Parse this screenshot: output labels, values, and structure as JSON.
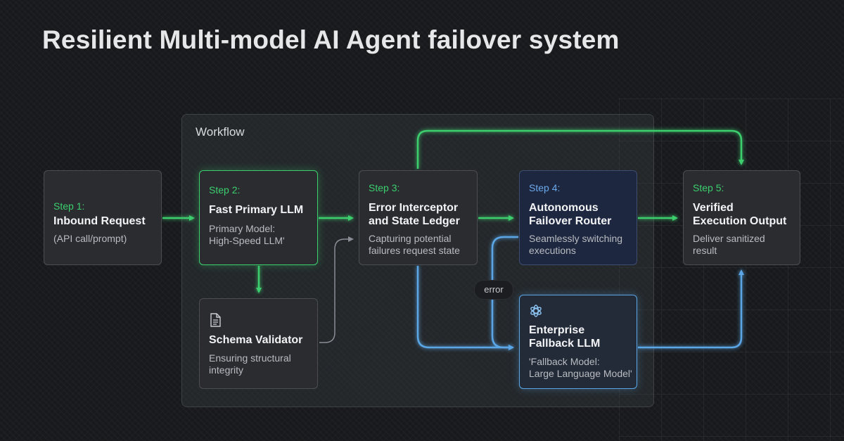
{
  "title": "Resilient Multi-model AI Agent failover system",
  "workflow": {
    "label": "Workflow"
  },
  "nodes": {
    "step1": {
      "step": "Step 1:",
      "title": "Inbound Request",
      "desc": "(API call/prompt)"
    },
    "step2": {
      "step": "Step 2:",
      "title": "Fast Primary LLM",
      "desc_line1": "Primary Model:",
      "desc_line2": "High-Speed LLM'"
    },
    "validator": {
      "title": "Schema Validator",
      "desc_line1": "Ensuring structural",
      "desc_line2": "integrity",
      "icon": "document-icon"
    },
    "step3": {
      "step": "Step 3:",
      "title_line1": "Error Interceptor",
      "title_line2": "and State Ledger",
      "desc_line1": "Capturing potential",
      "desc_line2": "failures  request state"
    },
    "step4": {
      "step": "Step 4:",
      "title_line1": "Autonomous",
      "title_line2": "Failover Router",
      "desc_line1": "Seamlessly switching",
      "desc_line2": "executions"
    },
    "fallback": {
      "title_line1": "Enterprise",
      "title_line2": "Fallback LLM",
      "desc_line1": "'Fallback Model:",
      "desc_line2": "Large Language Model'",
      "icon": "openai-logo-icon"
    },
    "step5": {
      "step": "Step 5:",
      "title_line1": "Verified",
      "title_line2": "Execution Output",
      "desc_line1": "Deliver sanitized",
      "desc_line2": "result"
    }
  },
  "edge_labels": {
    "error": "error"
  },
  "colors": {
    "green": "#3ccf6e",
    "blue": "#5aa6e6",
    "background": "#17191c"
  }
}
